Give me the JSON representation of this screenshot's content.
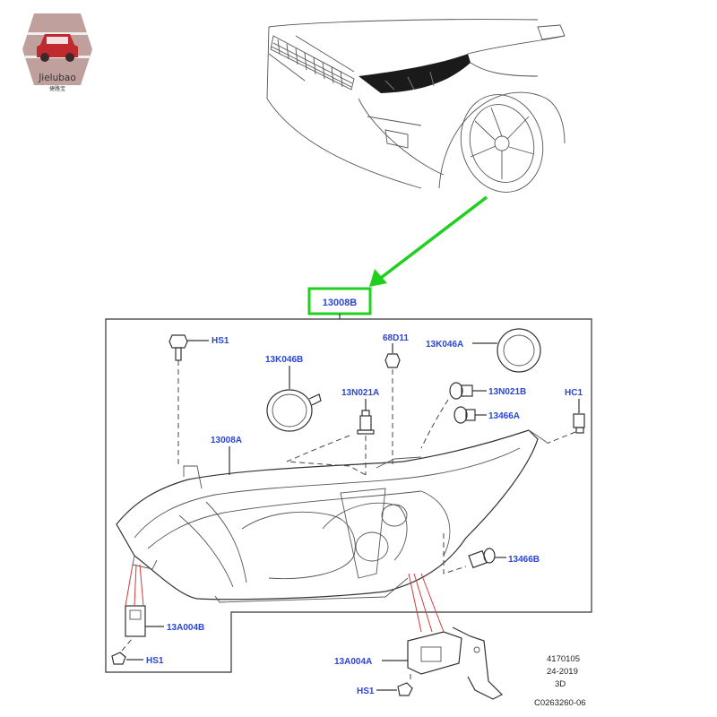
{
  "logo": {
    "brand": "Jielubao",
    "sub": "捷路宝",
    "bg_color": "#b89692",
    "car_color": "#c0292e"
  },
  "main_part": {
    "number": "13008B",
    "highlight_color": "#1fd01f"
  },
  "callouts": {
    "hs1_top": "HS1",
    "13k046b": "13K046B",
    "68d11": "68D11",
    "13k046a": "13K046A",
    "13n021a": "13N021A",
    "13n021b": "13N021B",
    "hc1": "HC1",
    "13466a": "13466A",
    "13008a": "13008A",
    "13466b": "13466B",
    "13a004b": "13A004B",
    "hs1_left": "HS1",
    "13a004a": "13A004A",
    "hs1_bottom": "HS1"
  },
  "reference": {
    "line1": "4170105",
    "line2": "24-2019",
    "line3": "3D",
    "line4": "C0263260-06"
  },
  "colors": {
    "callout": "#2a46d6",
    "line": "#333333",
    "leader_red": "#d43a3a"
  }
}
